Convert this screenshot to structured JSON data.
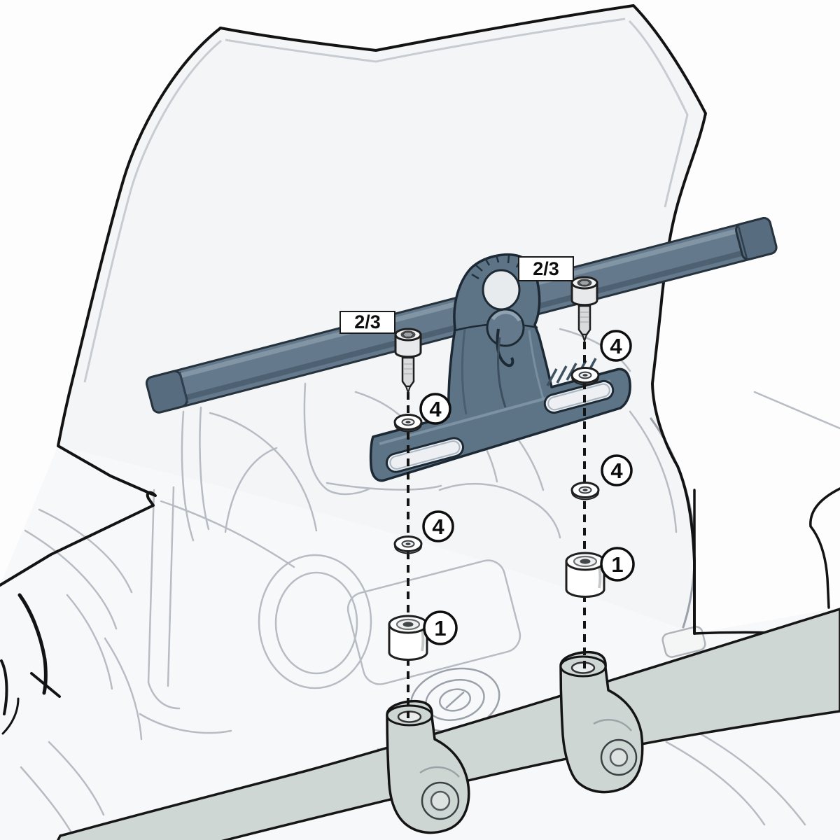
{
  "diagram": {
    "kind": "motorcycle-smartbar-mounting-exploded-diagram",
    "screw_callouts": {
      "left": "2/3",
      "right": "2/3"
    },
    "part_badges": {
      "washer_left_upper": "4",
      "washer_right_upper": "4",
      "washer_left_lower": "4",
      "washer_right_lower": "4",
      "spacer_left": "1",
      "spacer_right": "1"
    },
    "colors": {
      "bar_fill": "#64798c",
      "bracket_fill": "#5d7487",
      "dark_outline": "#1c2833",
      "handlebar_fill": "#ced7d4",
      "sketch_line": "#b7bcc4",
      "glass_fill": "#f3f5f7",
      "label_bg": "#ffffff",
      "label_text": "#0d0d0d"
    }
  }
}
